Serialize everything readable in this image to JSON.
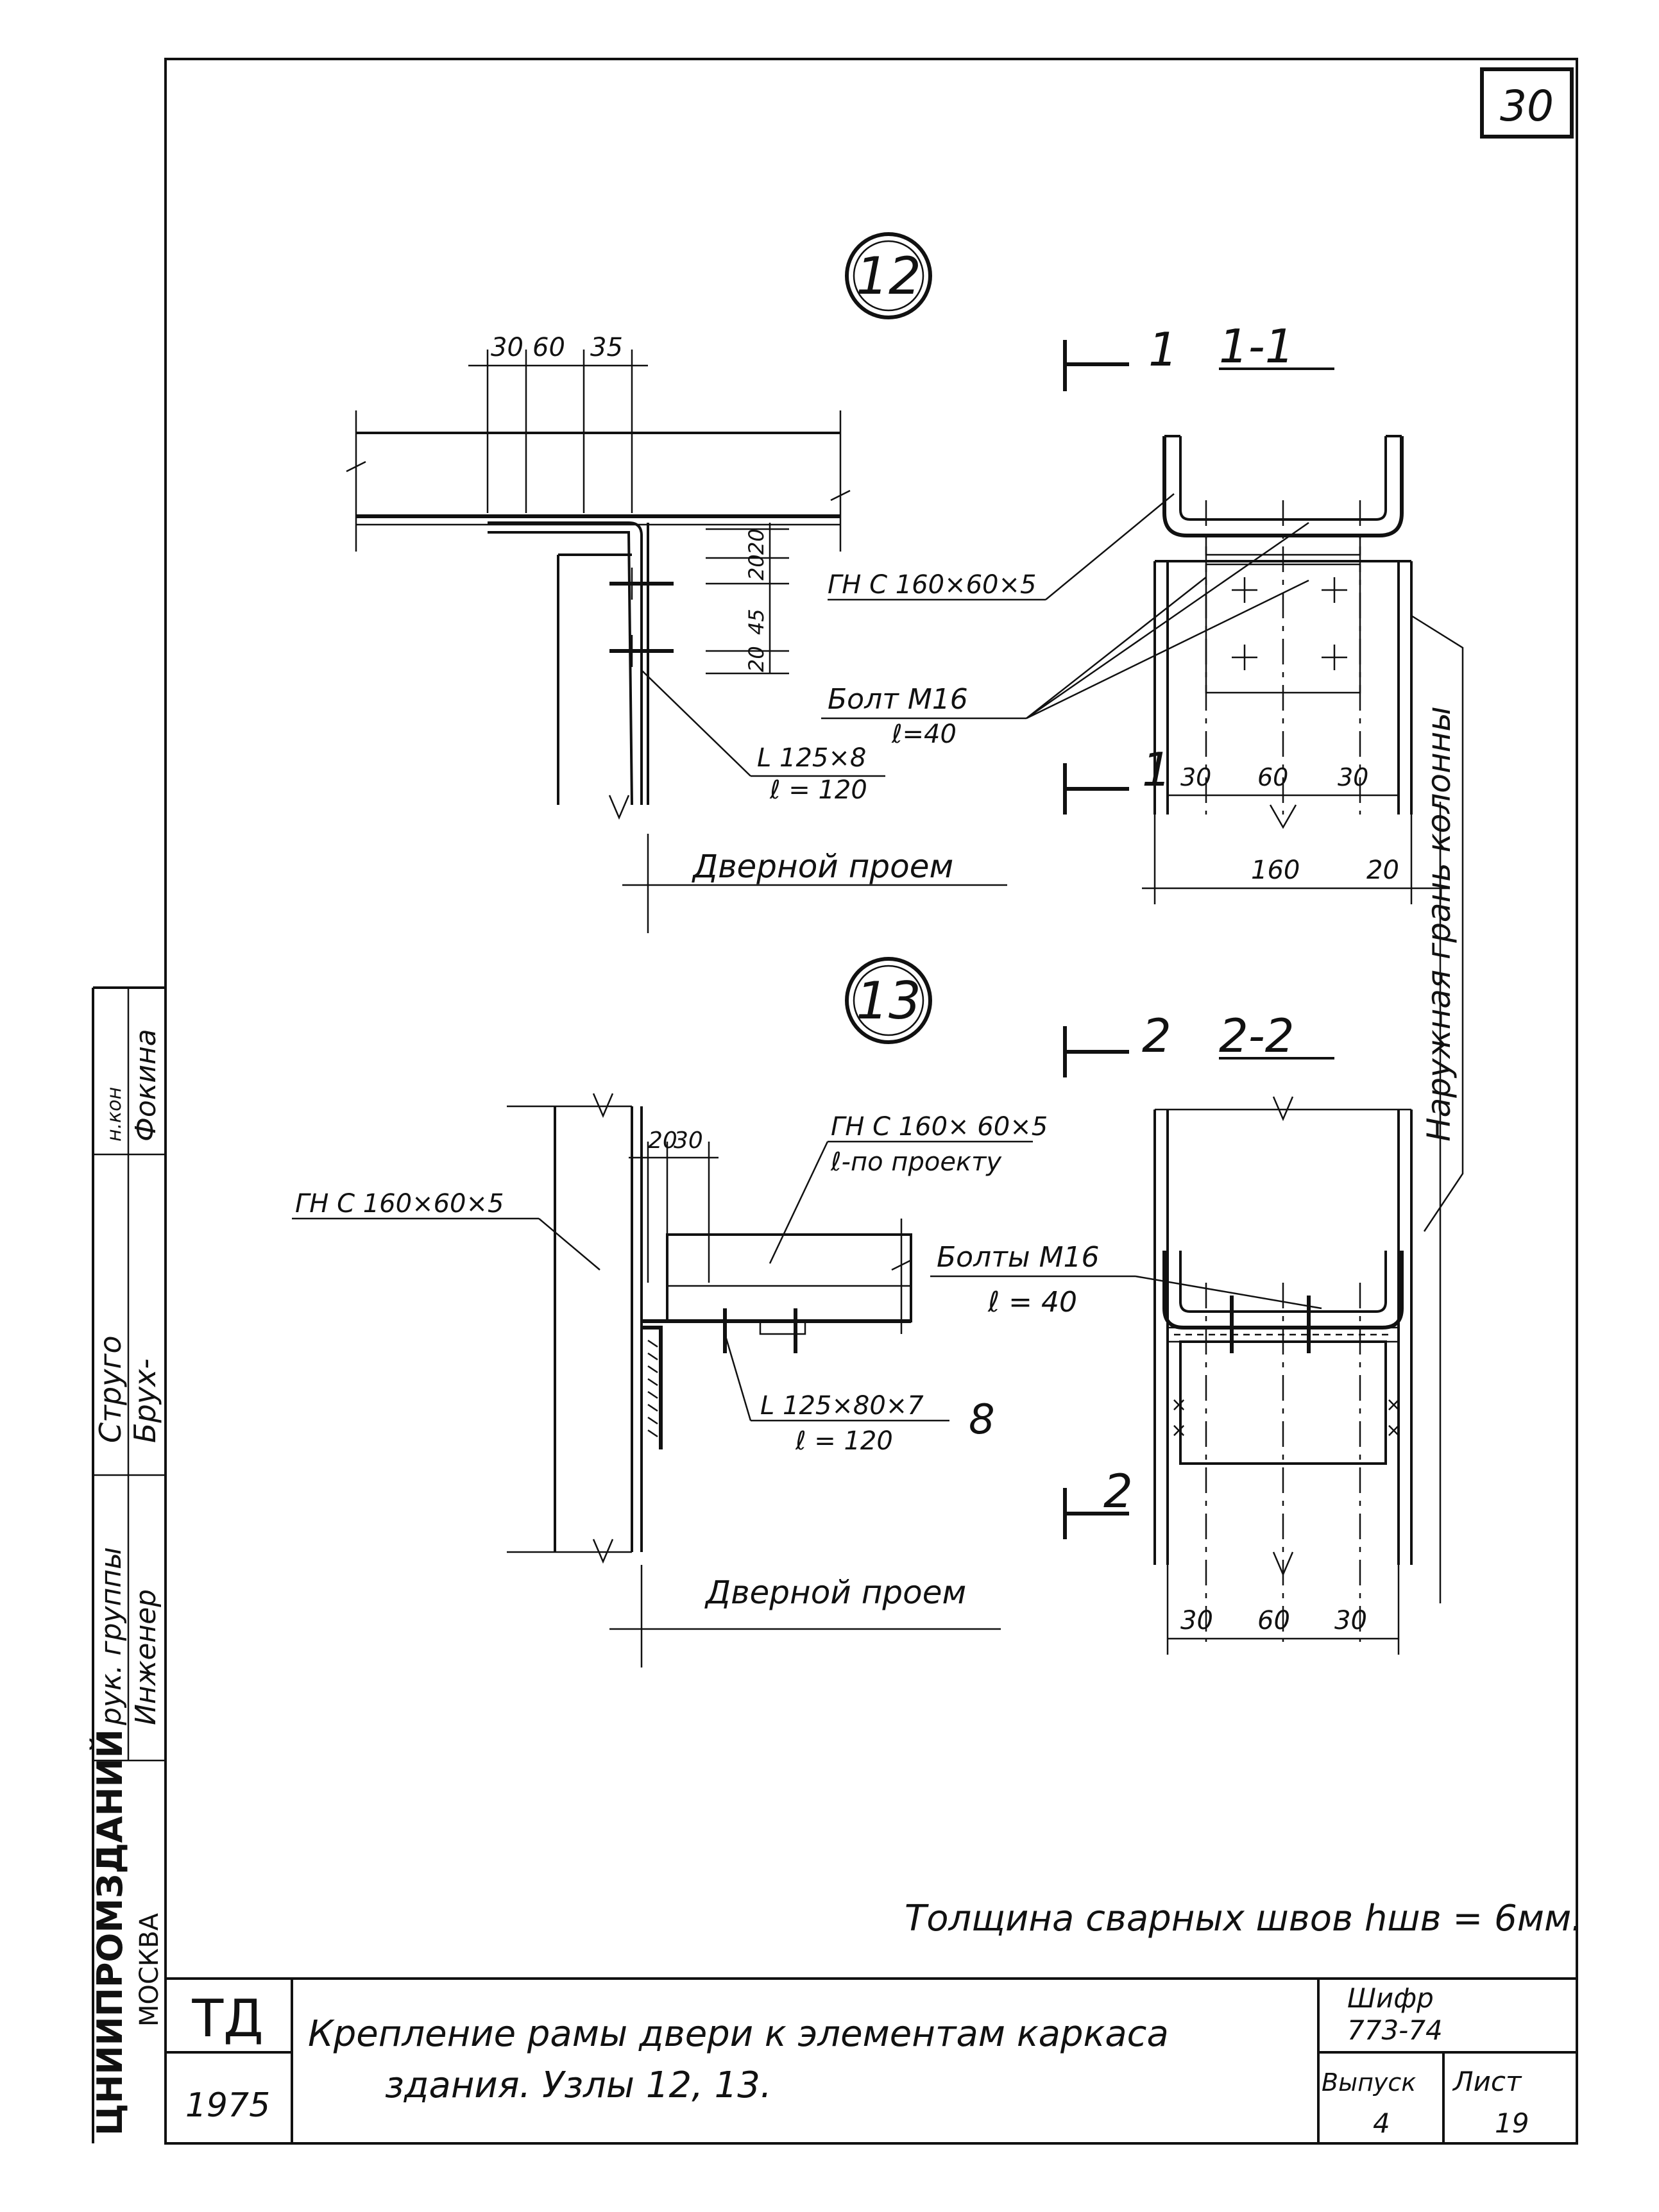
{
  "sheet": {
    "page_number": "30",
    "note": "Толщина сварных швов hшв = 6мм."
  },
  "node12": {
    "callout": "12",
    "dims_top": [
      "30",
      "60",
      "35"
    ],
    "dims_vertical": [
      "20",
      "20",
      "45",
      "20"
    ],
    "profile_label": "ГН С 160×60×5",
    "bolt_label": "Болт М16",
    "bolt_length": "ℓ=40",
    "angle_label": "L 125×8",
    "angle_length": "ℓ = 120",
    "door_label": "Дверной проем",
    "section": {
      "mark": "1",
      "title": "1-1",
      "dims_bolts": [
        "30",
        "60",
        "30"
      ],
      "dims_bottom": [
        "160",
        "20"
      ]
    },
    "column_face_label": "Наружная грань колонны"
  },
  "node13": {
    "callout": "13",
    "dims_top": [
      "20",
      "30"
    ],
    "profile_label_left": "ГН С 160×60×5",
    "profile_label": "ГН С 160× 60×5",
    "profile_length": "ℓ-по проекту",
    "bolt_label": "Болты М16",
    "bolt_length": "ℓ = 40",
    "angle_label": "L 125×80×7",
    "angle_length": "ℓ = 120",
    "weld_symbol": "8",
    "door_label": "Дверной проем",
    "section": {
      "mark": "2",
      "title": "2-2",
      "dims_bottom": [
        "30",
        "60",
        "30"
      ]
    }
  },
  "stamp": {
    "org_vertical": "ЦНИИПРОМЗДАНИЙ",
    "city": "МОСКВА",
    "role_1": "рук. группы",
    "role_2": "Инженер",
    "sign_1": "Струго",
    "sign_2": "Брух-",
    "nkontr": "н.кон",
    "name_2": "Фокина",
    "series": "ТД",
    "year": "1975",
    "title_line1": "Крепление рамы двери  к элементам каркаса",
    "title_line2": "здания.   Узлы 12, 13.",
    "code_label": "Шифр",
    "code_value": "773-74",
    "issue_label": "Выпуск",
    "issue_value": "4",
    "sheet_label": "Лист",
    "sheet_value": "19"
  }
}
